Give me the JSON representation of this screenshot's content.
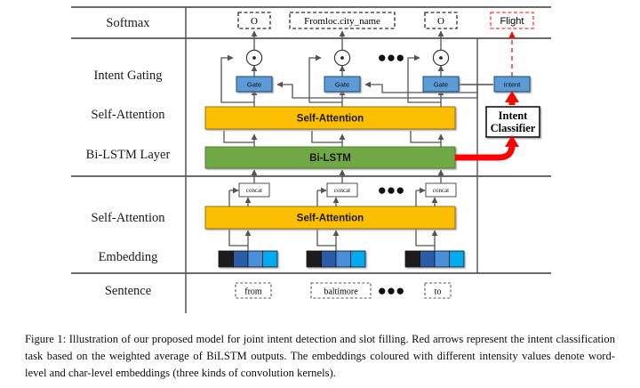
{
  "figure": {
    "caption": "Figure 1: Illustration of our proposed model for joint intent detection and slot filling. Red arrows represent the intent classification task based on the weighted average of BiLSTM outputs. The embeddings coloured with different intensity values denote word-level and char-level embeddings (three kinds of convolution kernels)."
  },
  "row_labels": [
    {
      "id": "softmax",
      "label": "Softmax"
    },
    {
      "id": "intent-gating",
      "label": "Intent Gating"
    },
    {
      "id": "self-attention-upper",
      "label": "Self-Attention"
    },
    {
      "id": "bilstm-layer",
      "label": "Bi-LSTM Layer"
    },
    {
      "id": "self-attention-lower",
      "label": "Self-Attention"
    },
    {
      "id": "embedding",
      "label": "Embedding"
    },
    {
      "id": "sentence",
      "label": "Sentence"
    }
  ],
  "softmax_outputs": [
    {
      "id": "slot-tag-1",
      "label": "O"
    },
    {
      "id": "slot-tag-2",
      "label": "Fromloc.city_name"
    },
    {
      "id": "slot-tag-3",
      "label": "O"
    }
  ],
  "intent_output": {
    "label": "Flight"
  },
  "gates": [
    {
      "id": "gate-1",
      "label": "Gate"
    },
    {
      "id": "gate-2",
      "label": "Gate"
    },
    {
      "id": "gate-3",
      "label": "Gate"
    }
  ],
  "intent_vector": {
    "label": "Intent"
  },
  "intent_classifier": {
    "line1": "Intent",
    "line2": "Classifier"
  },
  "bars": {
    "self_attention_upper": "Self-Attention",
    "bilstm": "Bi-LSTM",
    "self_attention_lower": "Self-Attention"
  },
  "concat_nodes": [
    {
      "id": "concat-1",
      "label": "concat"
    },
    {
      "id": "concat-2",
      "label": "concat"
    },
    {
      "id": "concat-3",
      "label": "concat"
    }
  ],
  "sentence_tokens": [
    {
      "id": "token-1",
      "label": "from"
    },
    {
      "id": "token-2",
      "label": "baltimore"
    },
    {
      "id": "token-3",
      "label": "to"
    }
  ],
  "ellipsis": {
    "label": "●●●"
  },
  "embedding_segments": [
    {
      "name": "word-level",
      "color": "#1c1c1c"
    },
    {
      "name": "char-conv-k1",
      "color": "#2b5ca8"
    },
    {
      "name": "char-conv-k2",
      "color": "#4a90d9"
    },
    {
      "name": "char-conv-k3",
      "color": "#06acef"
    }
  ],
  "colors": {
    "self_attention": "#fcbe00",
    "bilstm": "#70a844",
    "gate": "#5b9bd5",
    "red_arrow": "#ff0000",
    "line": "#545454",
    "rule": "#6b6b6b"
  }
}
